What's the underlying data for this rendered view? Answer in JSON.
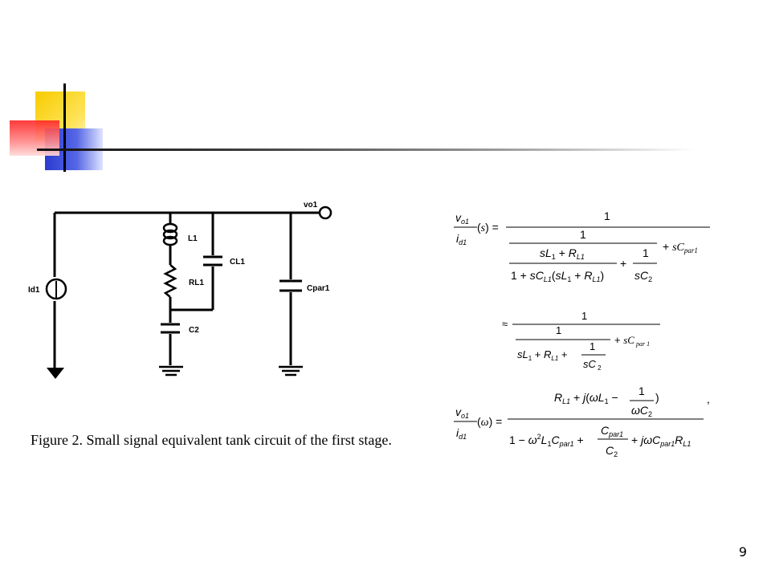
{
  "slide": {
    "caption": "Figure 2.   Small signal equivalent tank circuit of the first stage.",
    "page_number": "9"
  },
  "circuit": {
    "labels": {
      "output_node": "vo1",
      "current_source": "Id1",
      "inductor": "L1",
      "resistor": "RL1",
      "cap_l1": "CL1",
      "cap_2": "C2",
      "cap_par": "Cpar1"
    }
  },
  "equations": {
    "eq1_numerator": "1",
    "eq1_mid_numerator": "1",
    "eq1_plus": "+",
    "eq2_approx": "≈",
    "eq2_numerator": "1",
    "eq2_mid_numerator": "1",
    "eq2_inner_1": "1",
    "eq3_comma": ","
  },
  "colors": {
    "yellow": "#f7cc00",
    "blue": "#2a3bd0",
    "red": "#ff2a2a"
  }
}
